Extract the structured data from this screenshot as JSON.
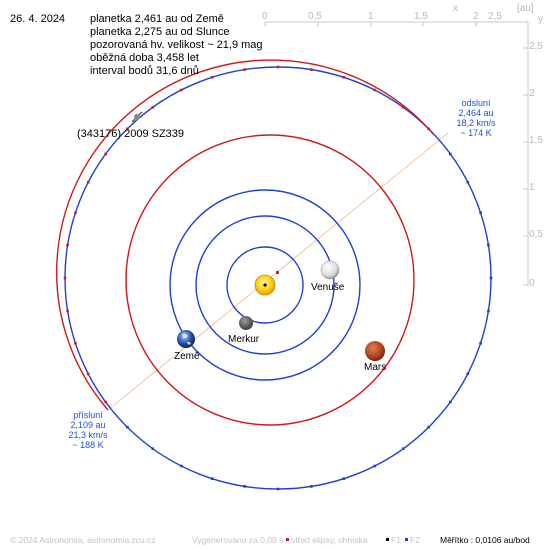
{
  "date": "26. 4. 2024",
  "info_lines": [
    "planetka 2,461 au od Země",
    "planetka 2,275 au od Slunce",
    "pozorovaná hv. velikost ~ 21,9 mag",
    "oběžná doba 3,458 let",
    "interval bodů 31,6 dnů"
  ],
  "asteroid_name": "(343176) 2009 SZ339",
  "aphelion": {
    "title": "odsluní",
    "distance": "2,464 au",
    "speed": "18,2 km/s",
    "temperature": "~ 174 K"
  },
  "perihelion": {
    "title": "přísluní",
    "distance": "2,109 au",
    "speed": "21,3 km/s",
    "temperature": "~ 188 K"
  },
  "planets": {
    "venus": "Venuše",
    "mercury": "Merkur",
    "earth": "Země",
    "mars": "Mars"
  },
  "x_axis": {
    "unit": "[au]",
    "ticks": [
      "0",
      "0,5",
      "1",
      "1,5",
      "2",
      "2,5"
    ],
    "end_label": "x"
  },
  "y_axis": {
    "ticks": [
      "2,5",
      "2",
      "1,5",
      "1",
      "0,5",
      "0"
    ],
    "end_label": "y"
  },
  "footer": {
    "copyright": "© 2024 Astronomia, astronomia.zcu.cz",
    "generated": "Vygenerováno za 0,09 s",
    "center_legend": "střed elipsy, ohniska",
    "f1": "F1",
    "f2": "F2",
    "scale": "Měřítko : 0,0106 au/bod"
  },
  "colors": {
    "orbit_blue": "#1e3fd0",
    "orbit_red": "#cc1b1b",
    "label_blue": "#1f4fd8",
    "axis_gray": "#b8b8b8",
    "sun": "#ffd21a"
  }
}
